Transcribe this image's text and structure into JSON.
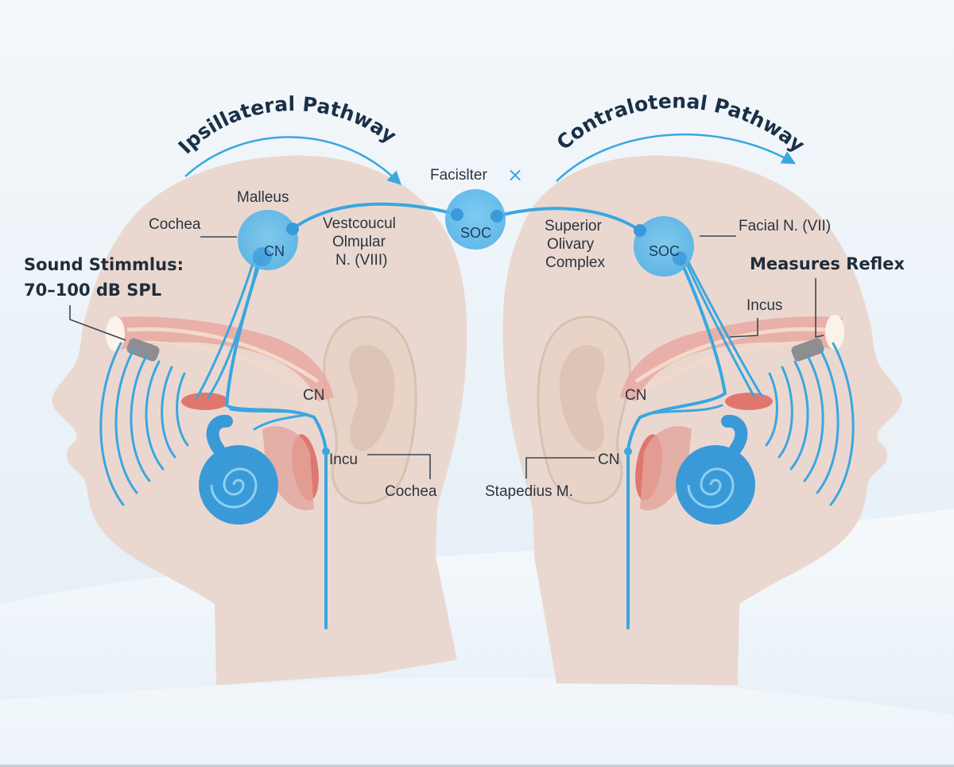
{
  "diagram": {
    "title_left": "Ipsillateral Pathway",
    "title_right": "Contralotenal Pathway",
    "center": {
      "top_label": "Facislter",
      "close_icon": "×",
      "node_label": "SOC"
    },
    "left_head": {
      "stimulus_line1": "Sound Stimmlus:",
      "stimulus_line2": "70–100 dB SPL",
      "malleus": "Malleus",
      "cochea_top": "Cochea",
      "cn_node": "CN",
      "vestibular_line1": "Vestcoucul",
      "vestibular_line2": "Olmµlar",
      "vestibular_line3": "N. (VIII)",
      "cn_lower": "CN",
      "incu": "Incu",
      "cochea_bottom": "Cochea"
    },
    "right_head": {
      "superior_line1": "Superior",
      "superior_line2": "Olivary",
      "superior_line3": "Complex",
      "soc_node": "SOC",
      "facial": "Facial N. (VII)",
      "measures": "Measures Reflex",
      "incus": "Incus",
      "cn_upper": "CN",
      "cn_lower": "CN",
      "stapedius": "Stapedius M."
    },
    "colors": {
      "skin": "#ead8d0",
      "nerve": "#3aa7e0",
      "node": "#5ab8ea",
      "muscle": "#e0776f",
      "cochlea": "#3a9ad8",
      "text": "#2a3440"
    }
  }
}
